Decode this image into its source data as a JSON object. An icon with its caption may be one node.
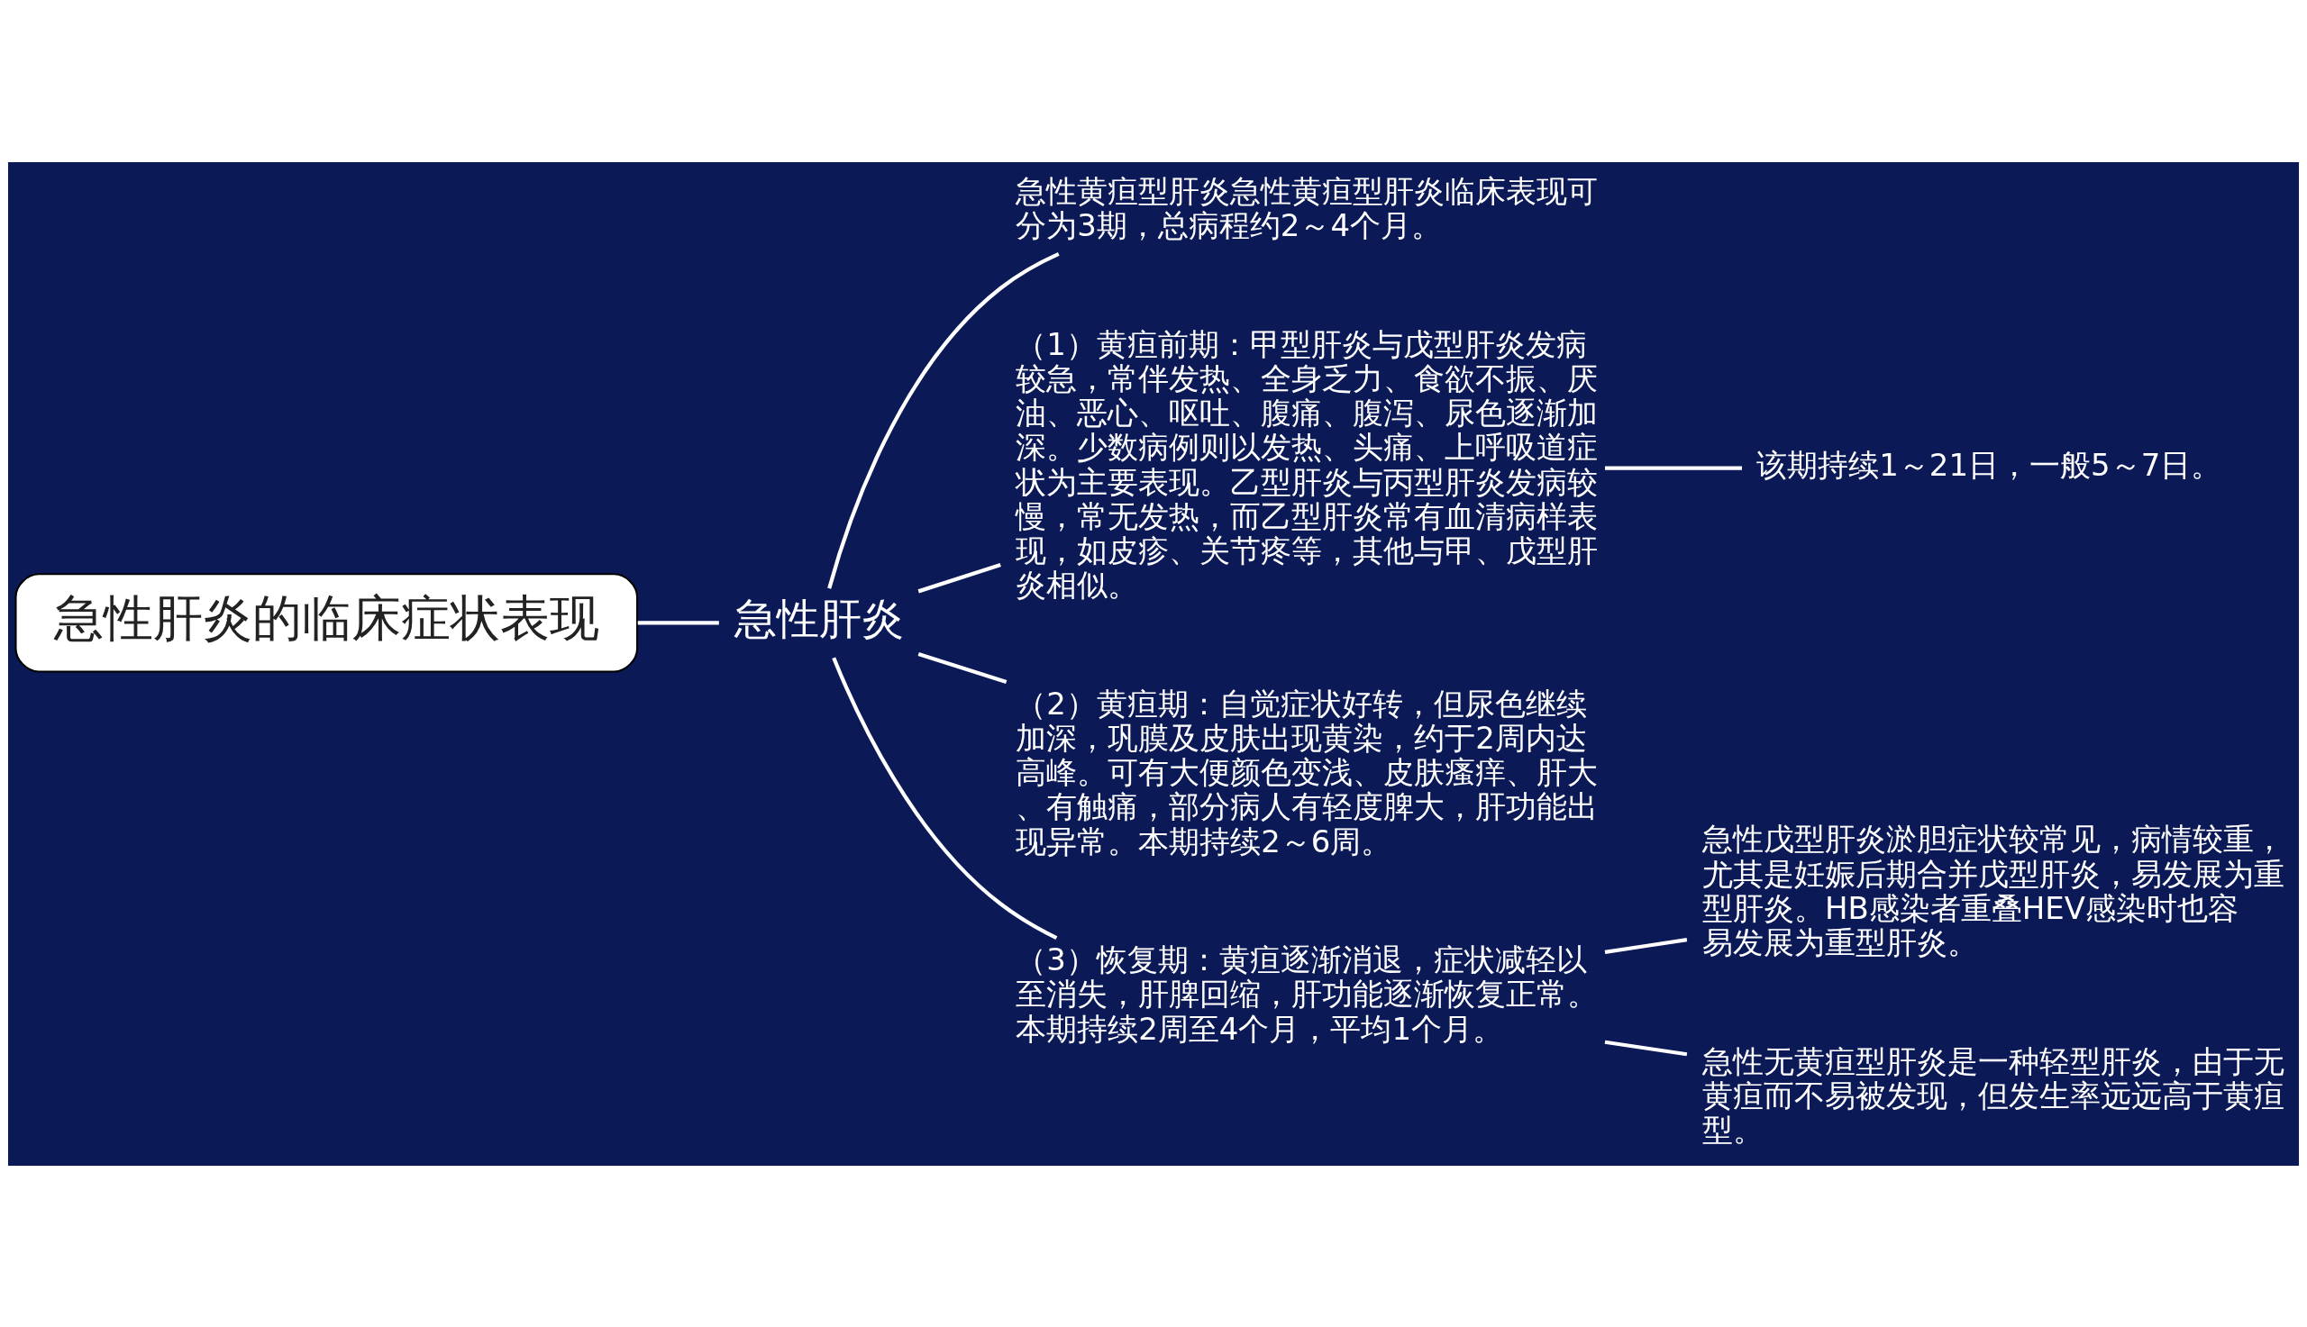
{
  "diagram": {
    "nodes": [
      {
        "text": [
          "急性肝炎的临床症状表现"
        ]
      },
      {
        "text": [
          "急性肝炎"
        ]
      },
      {
        "text": [
          "急性黄疸型肝炎急性黄疸型肝炎临床表现可分为3期，总病程约2～4个月。"
        ]
      },
      {
        "text": [
          "（1）黄疸前期：甲型肝炎与戊型肝炎发病较急，常伴发热、全身乏力、食欲不振、厌油、恶心、呕吐、腹痛、腹泻、尿色逐渐加深。少数病例则以发热、头痛、上呼吸道症状为主要表现。乙型肝炎与丙型肝炎发病较慢，常无发热，而乙型肝炎常有血清病样表现，如皮疹、关节疼等，其他与甲、戊型肝炎相似。"
        ]
      },
      {
        "text": [
          "（2）黄疸期：自觉症状好转，但尿色继续加深，巩膜及皮肤出现黄染，约于2周内达高峰。可有大便颜色变浅、皮肤瘙痒、肝大、有触痛，部分病人有轻度脾大，肝功能出现异常。本期持续2～6周。"
        ]
      },
      {
        "text": [
          "（3）恢复期：黄疸逐渐消退，症状减轻以至消失，肝脾回缩，肝功能逐渐恢复正常。本期持续2周至4个月，平均1个月。"
        ]
      },
      {
        "text": [
          "该期持续1～21日，一般5～7日。"
        ]
      },
      {
        "text": [
          "急性戊型肝炎淤胆症状较常见，病情较重，尤其是妊娠后期合并戊型肝炎，易发展为重型肝炎。HB感染者重叠HEV感染时也容易发展为重型肝炎。"
        ]
      },
      {
        "text": [
          "急性无黄疸型肝炎是一种轻型肝炎，由于无黄疸而不易被发现，但发生率远远高于黄疸型。"
        ]
      }
    ],
    "edges": [
      {
        "from": 0,
        "to": 1,
        "arrow": "none"
      },
      {
        "from": 1,
        "to": 2,
        "arrow": "none"
      },
      {
        "from": 1,
        "to": 3,
        "arrow": "none"
      },
      {
        "from": 1,
        "to": 4,
        "arrow": "none"
      },
      {
        "from": 1,
        "to": 5,
        "arrow": "none"
      },
      {
        "from": 3,
        "to": 6,
        "arrow": "none"
      },
      {
        "from": 5,
        "to": 7,
        "arrow": "none"
      },
      {
        "from": 5,
        "to": 8,
        "arrow": "none"
      }
    ]
  }
}
